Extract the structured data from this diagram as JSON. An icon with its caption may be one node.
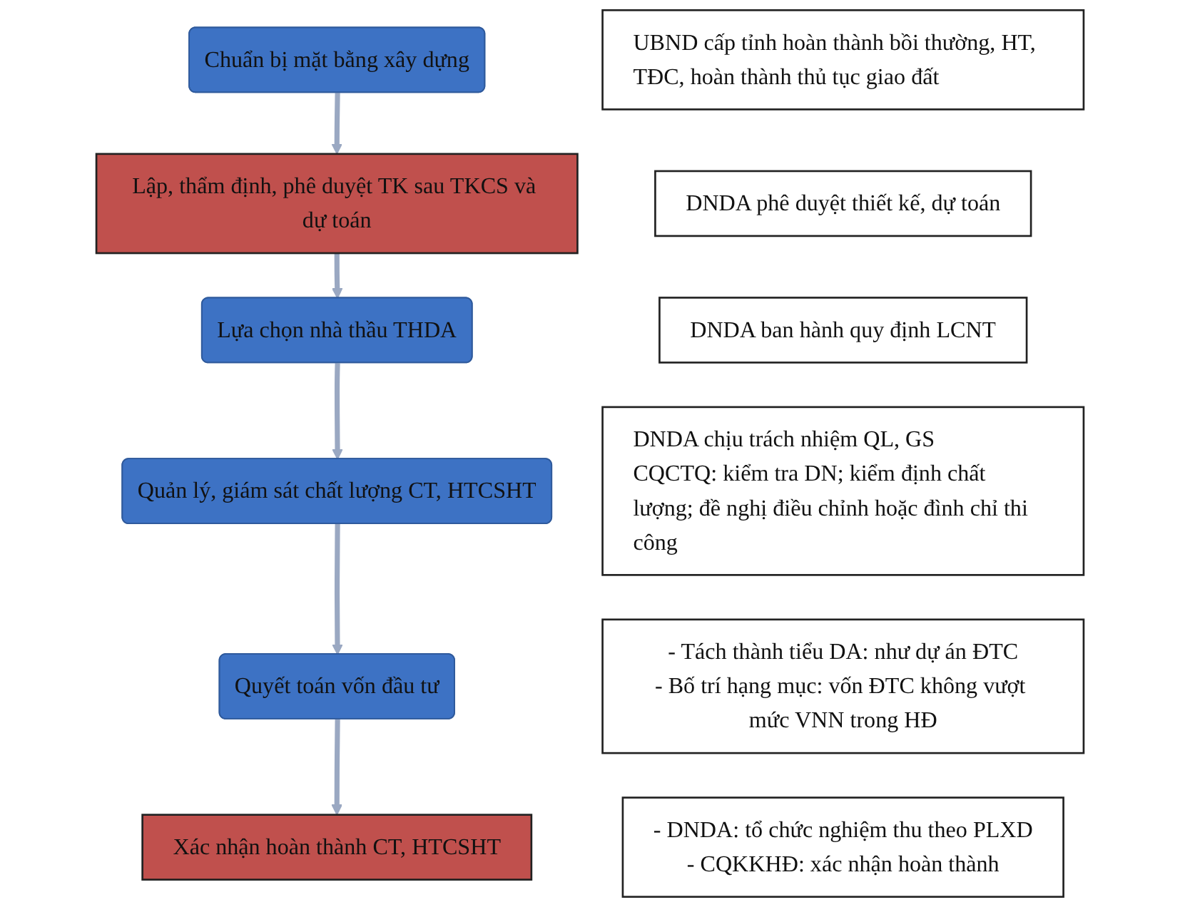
{
  "diagram": {
    "nodes": [
      {
        "text": [
          "Chuẩn bị mặt bằng xây dựng"
        ]
      },
      {
        "text": [
          "Lập, thẩm định, phê duyệt TK sau TKCS và dự toán"
        ]
      },
      {
        "text": [
          "Lựa chọn nhà thầu THDA"
        ]
      },
      {
        "text": [
          "Quản lý, giám sát chất lượng CT, HTCSHT"
        ]
      },
      {
        "text": [
          "Quyết toán vốn đầu tư"
        ]
      },
      {
        "text": [
          "Xác nhận hoàn thành CT, HTCSHT"
        ]
      },
      {
        "text": [
          "UBND cấp tỉnh hoàn thành bồi thường, HT, TĐC, hoàn thành thủ tục giao đất"
        ]
      },
      {
        "text": [
          "DNDA phê duyệt thiết kế, dự toán"
        ]
      },
      {
        "text": [
          "DNDA ban hành quy định LCNT"
        ]
      },
      {
        "text": [
          "DNDA chịu trách nhiệm QL, GS",
          "CQCTQ: kiểm tra DN; kiểm định chất lượng; đề nghị điều chỉnh hoặc đình chỉ thi công"
        ]
      },
      {
        "text": [
          "- Tách thành tiểu DA: như dự án ĐTC",
          "- Bố trí hạng mục: vốn ĐTC không vượt mức VNN trong HĐ"
        ]
      },
      {
        "text": [
          "- DNDA: tổ chức nghiệm thu theo PLXD",
          "- CQKKHĐ: xác nhận hoàn thành"
        ]
      }
    ],
    "edges": [
      {
        "from": 0,
        "to": 1,
        "arrow": "to"
      },
      {
        "from": 1,
        "to": 2,
        "arrow": "to"
      },
      {
        "from": 2,
        "to": 3,
        "arrow": "to"
      },
      {
        "from": 3,
        "to": 4,
        "arrow": "to"
      },
      {
        "from": 4,
        "to": 5,
        "arrow": "to"
      }
    ]
  }
}
